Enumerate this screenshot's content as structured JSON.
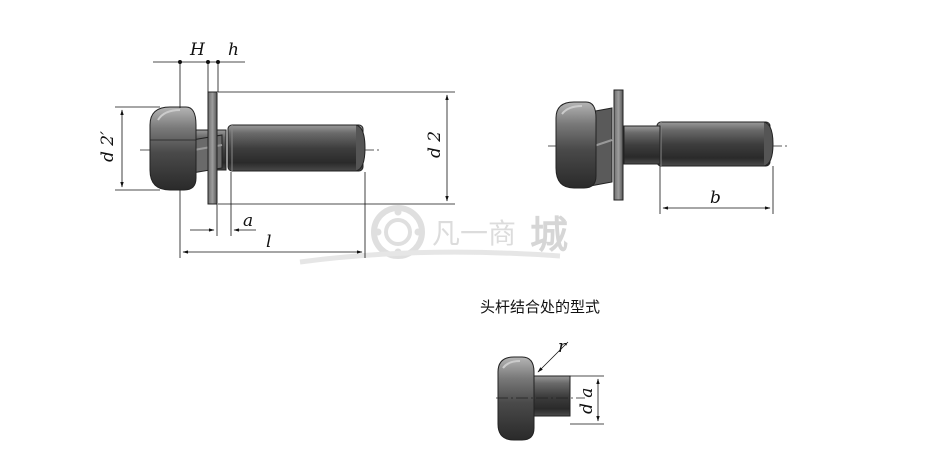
{
  "labels": {
    "H": "H",
    "h": "h",
    "d2_prime": "d 2′",
    "d2": "d 2",
    "a": "a",
    "l": "l",
    "b": "b",
    "r": "r",
    "da": "d a"
  },
  "caption": "头杆结合处的型式",
  "watermark": {
    "text": "凡一商",
    "big_char": "城"
  }
}
